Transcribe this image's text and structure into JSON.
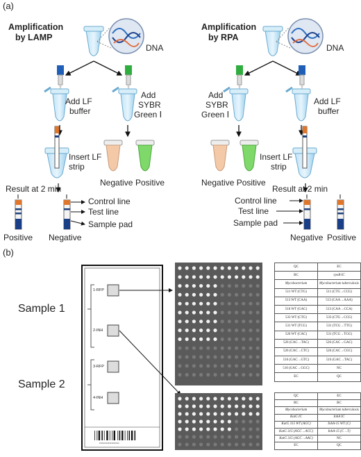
{
  "panel_a": {
    "label": "(a)",
    "lamp": {
      "title_line1": "Amplification",
      "title_line2": "by LAMP",
      "dna": "DNA",
      "add_lf_1": "Add LF",
      "add_lf_2": "buffer",
      "add_sybr_1": "Add",
      "add_sybr_2": "SYBR",
      "add_sybr_3": "Green Ⅰ",
      "insert_1": "Insert LF",
      "insert_2": "strip",
      "result": "Result at 2 min",
      "negative_tube": "Negative",
      "positive_tube": "Positive",
      "control_line": "Control line",
      "test_line": "Test line",
      "sample_pad": "Sample pad",
      "positive_strip": "Positive",
      "negative_strip": "Negative"
    },
    "rpa": {
      "title_line1": "Amplification",
      "title_line2": "by RPA",
      "dna": "DNA",
      "add_sybr_1": "Add",
      "add_sybr_2": "SYBR",
      "add_sybr_3": "Green Ⅰ",
      "add_lf_1": "Add LF",
      "add_lf_2": "buffer",
      "insert_1": "Insert LF",
      "insert_2": "strip",
      "negative_positive": "Negative Positive",
      "result": "Result at 2 min",
      "control_line": "Control line",
      "test_line": "Test line",
      "sample_pad": "Sample pad",
      "negative_strip": "Negative",
      "positive_strip": "Positive"
    }
  },
  "panel_b": {
    "label": "(b)",
    "sample1": "Sample 1",
    "sample2": "Sample 2",
    "chip_labels": [
      "1-RFP",
      "2-INH",
      "3-RFP",
      "4-INH"
    ],
    "barcode_text": "••••••••••••••••••",
    "table1": [
      [
        "QC",
        "EC"
      ],
      [
        "BC",
        "rpoB IC"
      ],
      [
        "Mycobacterium",
        "Mycobacterium tuberculosis"
      ],
      [
        "511 WT (CTG)",
        "511 (CTG→CCG)"
      ],
      [
        "513 WT (CAA)",
        "513 (CAA→AAA)"
      ],
      [
        "516 WT (GAC)",
        "513 (CAA→CCA)"
      ],
      [
        "533 WT (CTG)",
        "533 (CTG→CCG)"
      ],
      [
        "531 WT (TCG)",
        "531 (TCG→TTG)"
      ],
      [
        "526 WT (CAC)",
        "531 (TCG→TGG)"
      ],
      [
        "526 (CAC→TAC)",
        "526 (CAC→GAC)"
      ],
      [
        "526 (CAC→CTC)",
        "526 (CAC→CGC)"
      ],
      [
        "516 (GAC→GTC)",
        "516 (GAC→TAC)"
      ],
      [
        "516 (GAC→GGC)",
        "NC"
      ],
      [
        "EC",
        "QC"
      ]
    ],
    "table2": [
      [
        "QC",
        "EC"
      ],
      [
        "BC",
        "BC"
      ],
      [
        "Mycobacterium",
        "Mycobacterium tuberculosis"
      ],
      [
        "KatG IC",
        "InhA IC"
      ],
      [
        "KatG 315 WT (AGC)",
        "InhA-15 WT (C)"
      ],
      [
        "KatG 315 (AGC→ACC)",
        "InhA-15 (C→T)"
      ],
      [
        "KatG 315 (AGC→AAC)",
        "NC"
      ],
      [
        "EC",
        "QC"
      ]
    ]
  }
}
